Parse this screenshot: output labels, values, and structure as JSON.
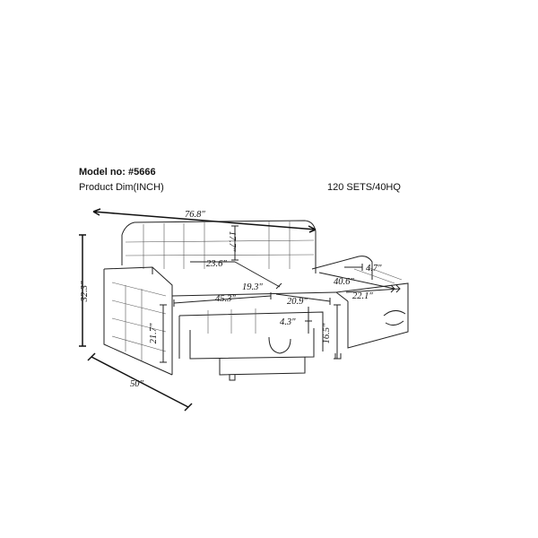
{
  "header": {
    "model_label": "Model no: #5666",
    "product_dim_label": "Product Dim(INCH)",
    "shipping": "120 SETS/40HQ"
  },
  "dimensions": {
    "overall_width": "76.8\"",
    "overall_height": "32.3\"",
    "overall_depth": "50\"",
    "back_cushion_height": "17.7\"",
    "back_width": "23.6\"",
    "seat_depth": "19.3\"",
    "seat_width": "45.3\"",
    "bed_extension": "20.9\"",
    "bed_gap": "4.3\"",
    "seat_height": "16.5\"",
    "arm_height": "21.7\"",
    "chaise_length": "40.6\"",
    "chaise_arm": "4.7\"",
    "chaise_width": "22.1\""
  },
  "colors": {
    "line": "#222222",
    "text": "#111111"
  }
}
